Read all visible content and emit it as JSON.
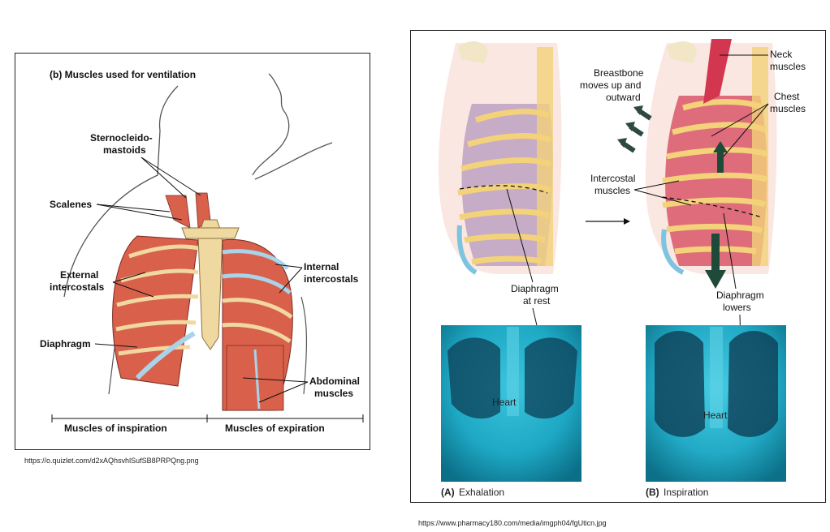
{
  "left_figure": {
    "title": "(b)  Muscles used for ventilation",
    "labels": {
      "sternocleidomastoids_line1": "Sternocleido-",
      "sternocleidomastoids_line2": "mastoids",
      "scalenes": "Scalenes",
      "external_intercostals_line1": "External",
      "external_intercostals_line2": "intercostals",
      "internal_intercostals_line1": "Internal",
      "internal_intercostals_line2": "intercostals",
      "diaphragm": "Diaphragm",
      "abdominal_line1": "Abdominal",
      "abdominal_line2": "muscles"
    },
    "footer_left": "Muscles of inspiration",
    "footer_right": "Muscles of expiration",
    "colors": {
      "muscle": "#d9614c",
      "bone": "#f0d9a0",
      "cartilage": "#a9d3e8"
    }
  },
  "left_source": "https://o.quizlet.com/d2xAQhsvhlSufSB8PRPQng.png",
  "right_figure": {
    "labels": {
      "neck_muscles_line1": "Neck",
      "neck_muscles_line2": "muscles",
      "breastbone_line1": "Breastbone",
      "breastbone_line2": "moves up and",
      "breastbone_line3": "outward",
      "chest_muscles_line1": "Chest",
      "chest_muscles_line2": "muscles",
      "intercostal_line1": "Intercostal",
      "intercostal_line2": "muscles",
      "diaphragm_rest_line1": "Diaphragm",
      "diaphragm_rest_line2": "at rest",
      "diaphragm_lowers_line1": "Diaphragm",
      "diaphragm_lowers_line2": "lowers"
    },
    "xray_a": {
      "heart_label": "Heart",
      "caption_letter": "(A)",
      "caption_text": "Exhalation"
    },
    "xray_b": {
      "heart_label": "Heart",
      "caption_letter": "(B)",
      "caption_text": "Inspiration"
    },
    "colors": {
      "xray": "#1ea8c4",
      "ribs": "#f3d27a",
      "lung": "#9b7bb0",
      "muscle": "#d2374f"
    }
  },
  "right_source": "https://www.pharmacy180.com/media/imgph04/fgUticn.jpg"
}
